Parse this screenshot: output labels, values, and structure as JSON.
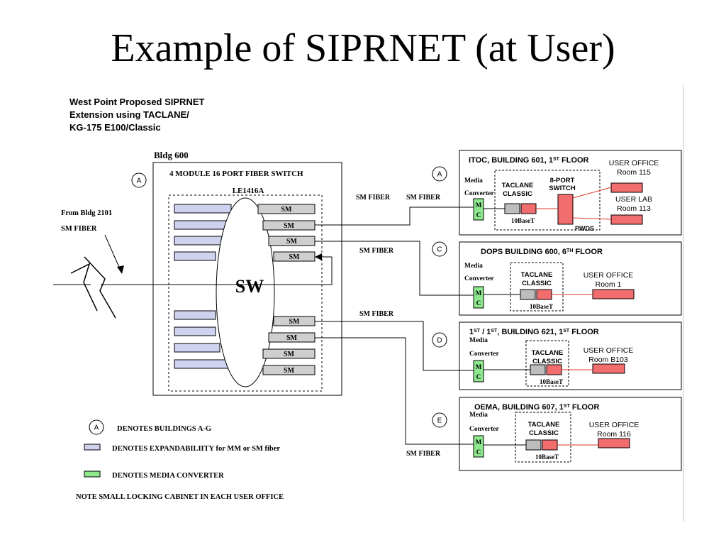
{
  "title": "Example of SIPRNET (at User)",
  "heading": [
    "West Point Proposed SIPRNET",
    "Extension using TACLANE/",
    "KG-175 E100/Classic"
  ],
  "bldg_label": "Bldg 600",
  "switch": {
    "title": "4 MODULE 16 PORT FIBER SWITCH",
    "model": "LE1416A",
    "core": "SW",
    "sm": "SM"
  },
  "from": {
    "line1": "From Bldg 2101",
    "line2": "SM FIBER"
  },
  "fiber_label": "SM FIBER",
  "circle_a": "A",
  "buildings": [
    {
      "id": "A",
      "title": "ITOC, BUILDING 601, 1",
      "sup": "ST",
      "title_tail": " FLOOR",
      "media": "Media",
      "converter": "Converter",
      "mc": [
        "M",
        "C"
      ],
      "taclane": [
        "TACLANE",
        "CLASSIC"
      ],
      "switch8": [
        "8-PORT",
        "SWITCH"
      ],
      "tenbase": "10BaseT",
      "pwds": "PWDS",
      "users": [
        {
          "line1": "USER OFFICE",
          "line2": "Room 115"
        },
        {
          "line1": "USER LAB",
          "line2": "Room 113"
        }
      ]
    },
    {
      "id": "C",
      "title": "DOPS BUILDING 600, 6",
      "sup": "TH",
      "title_tail": " FLOOR",
      "media": "Media",
      "converter": "Converter",
      "mc": [
        "M",
        "C"
      ],
      "taclane": [
        "TACLANE",
        "CLASSIC"
      ],
      "tenbase": "10BaseT",
      "users": [
        {
          "line1": "USER OFFICE",
          "line2": "Room 1"
        }
      ]
    },
    {
      "id": "D",
      "title_pre": "1",
      "sup_pre": "ST",
      "title_mid": " / 1",
      "sup_mid": "ST",
      "title": ", BUILDING 621, 1",
      "sup": "ST",
      "title_tail": " FLOOR",
      "media": "Media",
      "converter": "Converter",
      "mc": [
        "M",
        "C"
      ],
      "taclane": [
        "TACLANE",
        "CLASSIC"
      ],
      "tenbase": "10BaseT",
      "users": [
        {
          "line1": "USER OFFICE",
          "line2": "Room B103"
        }
      ]
    },
    {
      "id": "E",
      "title": "OEMA, BUILDING 607, 1",
      "sup": "ST",
      "title_tail": " FLOOR",
      "media": "Media",
      "converter": "Converter",
      "mc": [
        "M",
        "C"
      ],
      "taclane": [
        "TACLANE",
        "CLASSIC"
      ],
      "tenbase": "10BaseT",
      "users": [
        {
          "line1": "USER OFFICE",
          "line2": "Room 116"
        }
      ]
    }
  ],
  "legend": {
    "buildings": "DENOTES BUILDINGS  A-G",
    "expand": "DENOTES EXPANDABILIITY  for  MM or SM fiber",
    "media": "DENOTES MEDIA CONVERTER",
    "note": "NOTE   SMALL  LOCKING CABINET IN EACH USER OFFICE"
  },
  "colors": {
    "expand_fill": "#cfd2ee",
    "sm_fill": "#cfcfcf",
    "mc_fill": "#8ee88e",
    "taclane_gray": "#bdbdbd",
    "user_fill": "#f26d6d",
    "red_line": "#e0392b"
  }
}
